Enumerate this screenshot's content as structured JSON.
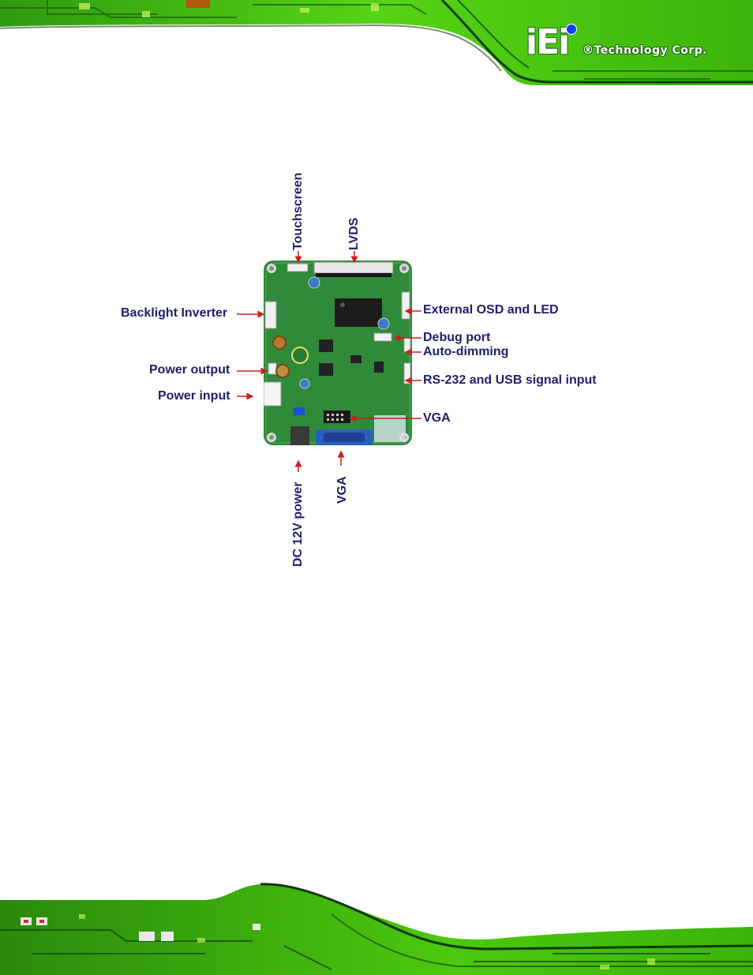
{
  "brand": {
    "logo_mark": "iEi",
    "tagline": "®Technology Corp."
  },
  "figure": {
    "callouts": {
      "touchscreen": "Touchscreen",
      "lvds": "LVDS",
      "backlight_inverter": "Backlight Inverter",
      "external_osd_led": "External OSD and LED",
      "debug_port": "Debug port",
      "auto_dimming": "Auto-dimming",
      "power_output": "Power output",
      "rs232_usb": "RS-232 and USB signal input",
      "power_input": "Power input",
      "vga_right": "VGA",
      "vga_bottom": "VGA",
      "dc_12v_power": "DC 12V power"
    }
  },
  "colors": {
    "label": "#1e1e6e",
    "arrow": "#cc2020",
    "pcb_green": "#2f8a3a",
    "band_green": "#4cc80e"
  }
}
